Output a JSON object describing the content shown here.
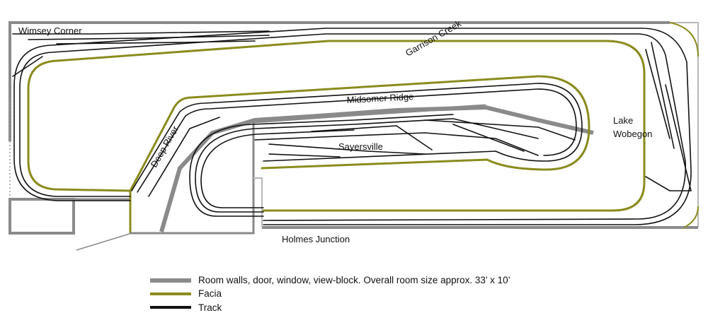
{
  "labels": {
    "wimsey": "Wimsey Corner",
    "garrison": "Garrison Creek",
    "midsomer": "Midsomer Ridge",
    "lake1": "Lake",
    "lake2": "Wobegon",
    "sayersville": "Sayersville",
    "deep_river": "Deep River",
    "holmes": "Holmes Junction"
  },
  "legend": [
    {
      "text": "Room walls, door, window, view-block.  Overall room size approx. 33’ x 10’",
      "color": "#8a8a8a"
    },
    {
      "text": "Facia",
      "color": "#8b8b1e"
    },
    {
      "text": "Track",
      "color": "#111111"
    }
  ]
}
